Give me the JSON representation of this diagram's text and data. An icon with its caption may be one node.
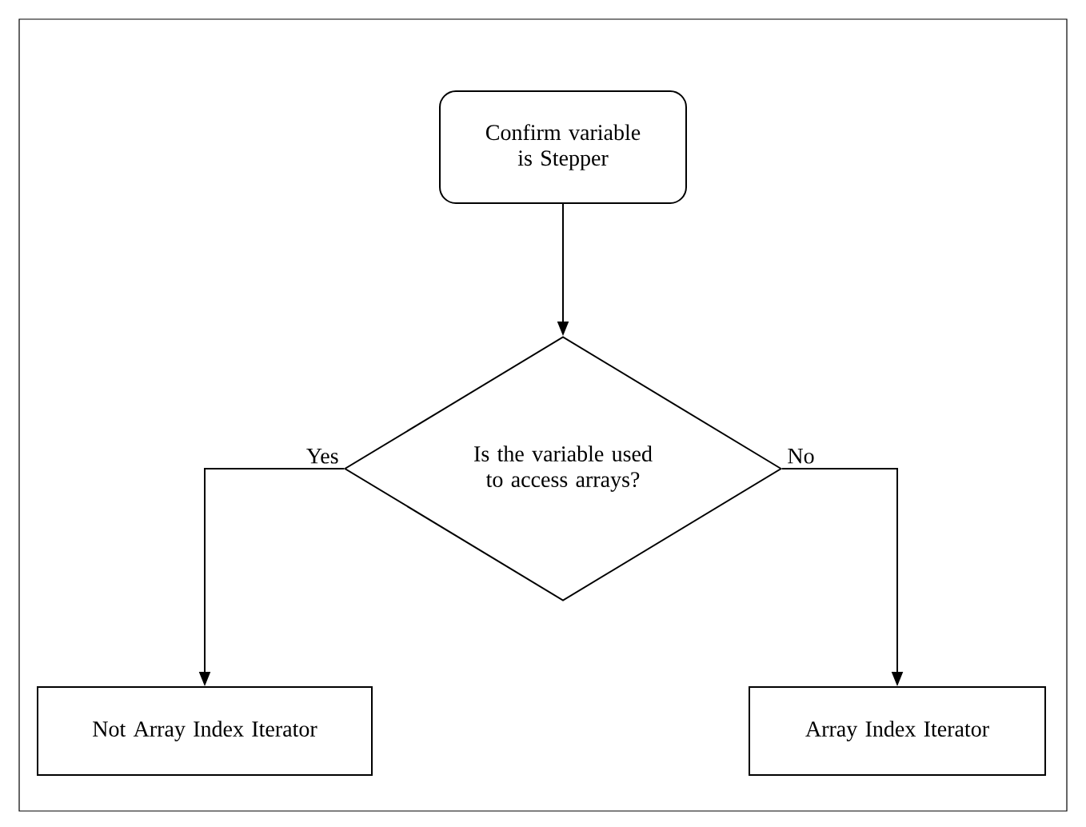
{
  "diagram": {
    "nodes": [
      {
        "text": [
          "Confirm variable is Stepper"
        ]
      },
      {
        "text": [
          "Is the variable used to access arrays?"
        ]
      },
      {
        "text": [
          "Not Array Index Iterator"
        ]
      },
      {
        "text": [
          "Array Index Iterator"
        ]
      }
    ],
    "edges": [
      {
        "from": 0,
        "to": 1,
        "arrow": "to"
      },
      {
        "from": 1,
        "to": 2,
        "arrow": "to",
        "label": "Yes"
      },
      {
        "from": 1,
        "to": 3,
        "arrow": "to",
        "label": "No"
      }
    ]
  }
}
